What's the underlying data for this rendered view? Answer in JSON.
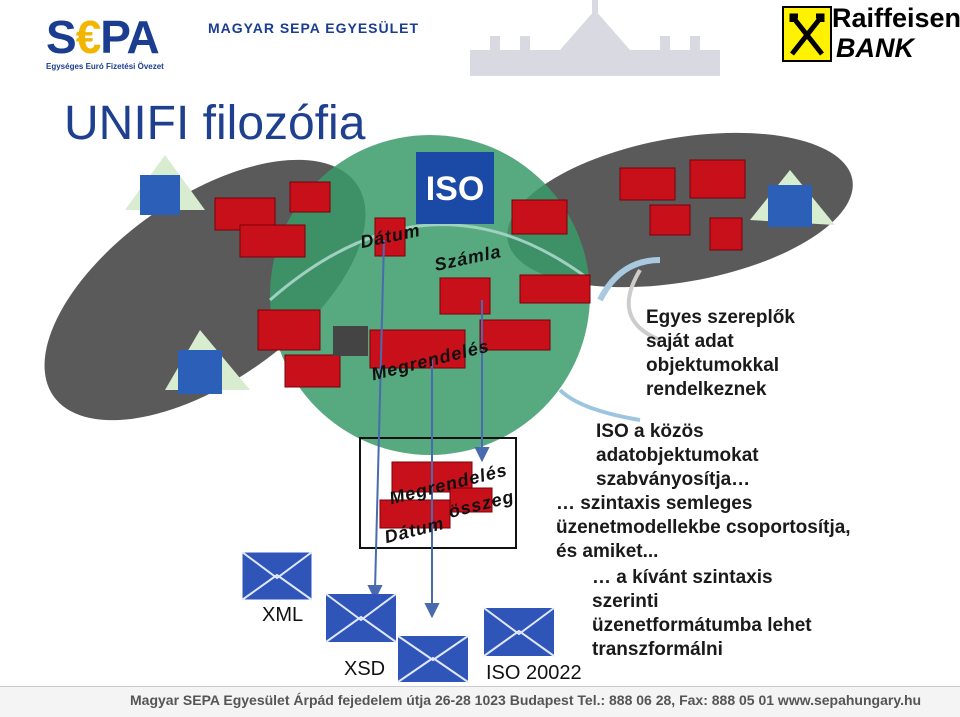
{
  "header": {
    "sepa_logo_left": "S",
    "sepa_logo_euro": "€",
    "sepa_logo_right": "PA",
    "sepa_tagline": "Egységes Euró Fizetési Övezet",
    "org_name": "MAGYAR SEPA EGYESÜLET",
    "bank_name": "Raiffeisen",
    "bank_sub": "BANK"
  },
  "title": "UNIFI filozófia",
  "iso_logo": "ISO",
  "bricks": {
    "datum_top": "Dátum",
    "szamla": "Számla",
    "megrendeles_top": "Megrendelés",
    "megrendeles_box": "Megrendelés",
    "osszeg": "összeg",
    "datum_box": "Dátum"
  },
  "labels": {
    "xml": "XML",
    "xsd": "XSD",
    "iso20022": "ISO 20022"
  },
  "text": {
    "block1": [
      "Egyes szereplők",
      "saját adat",
      "objektumokkal",
      "rendelkeznek"
    ],
    "block2": [
      "ISO a közös",
      "adatobjektumokat",
      "szabványosítja…"
    ],
    "block3": [
      "… szintaxis semleges",
      "üzenetmodellekbe csoportosítja,",
      "és amiket..."
    ],
    "block4": [
      "… a kívánt szintaxis",
      "szerinti",
      "üzenetformátumba lehet",
      "transzformálni"
    ]
  },
  "footer": "Magyar SEPA Egyesület Árpád fejedelem útja 26-28 1023 Budapest Tel.: 888 06 28, Fax: 888 05 01 www.sepahungary.hu",
  "colors": {
    "brick": "#c8101a",
    "globe_green": "#3a9a6a",
    "ellipse_gray": "#555555",
    "title_blue": "#1f3f8f"
  }
}
